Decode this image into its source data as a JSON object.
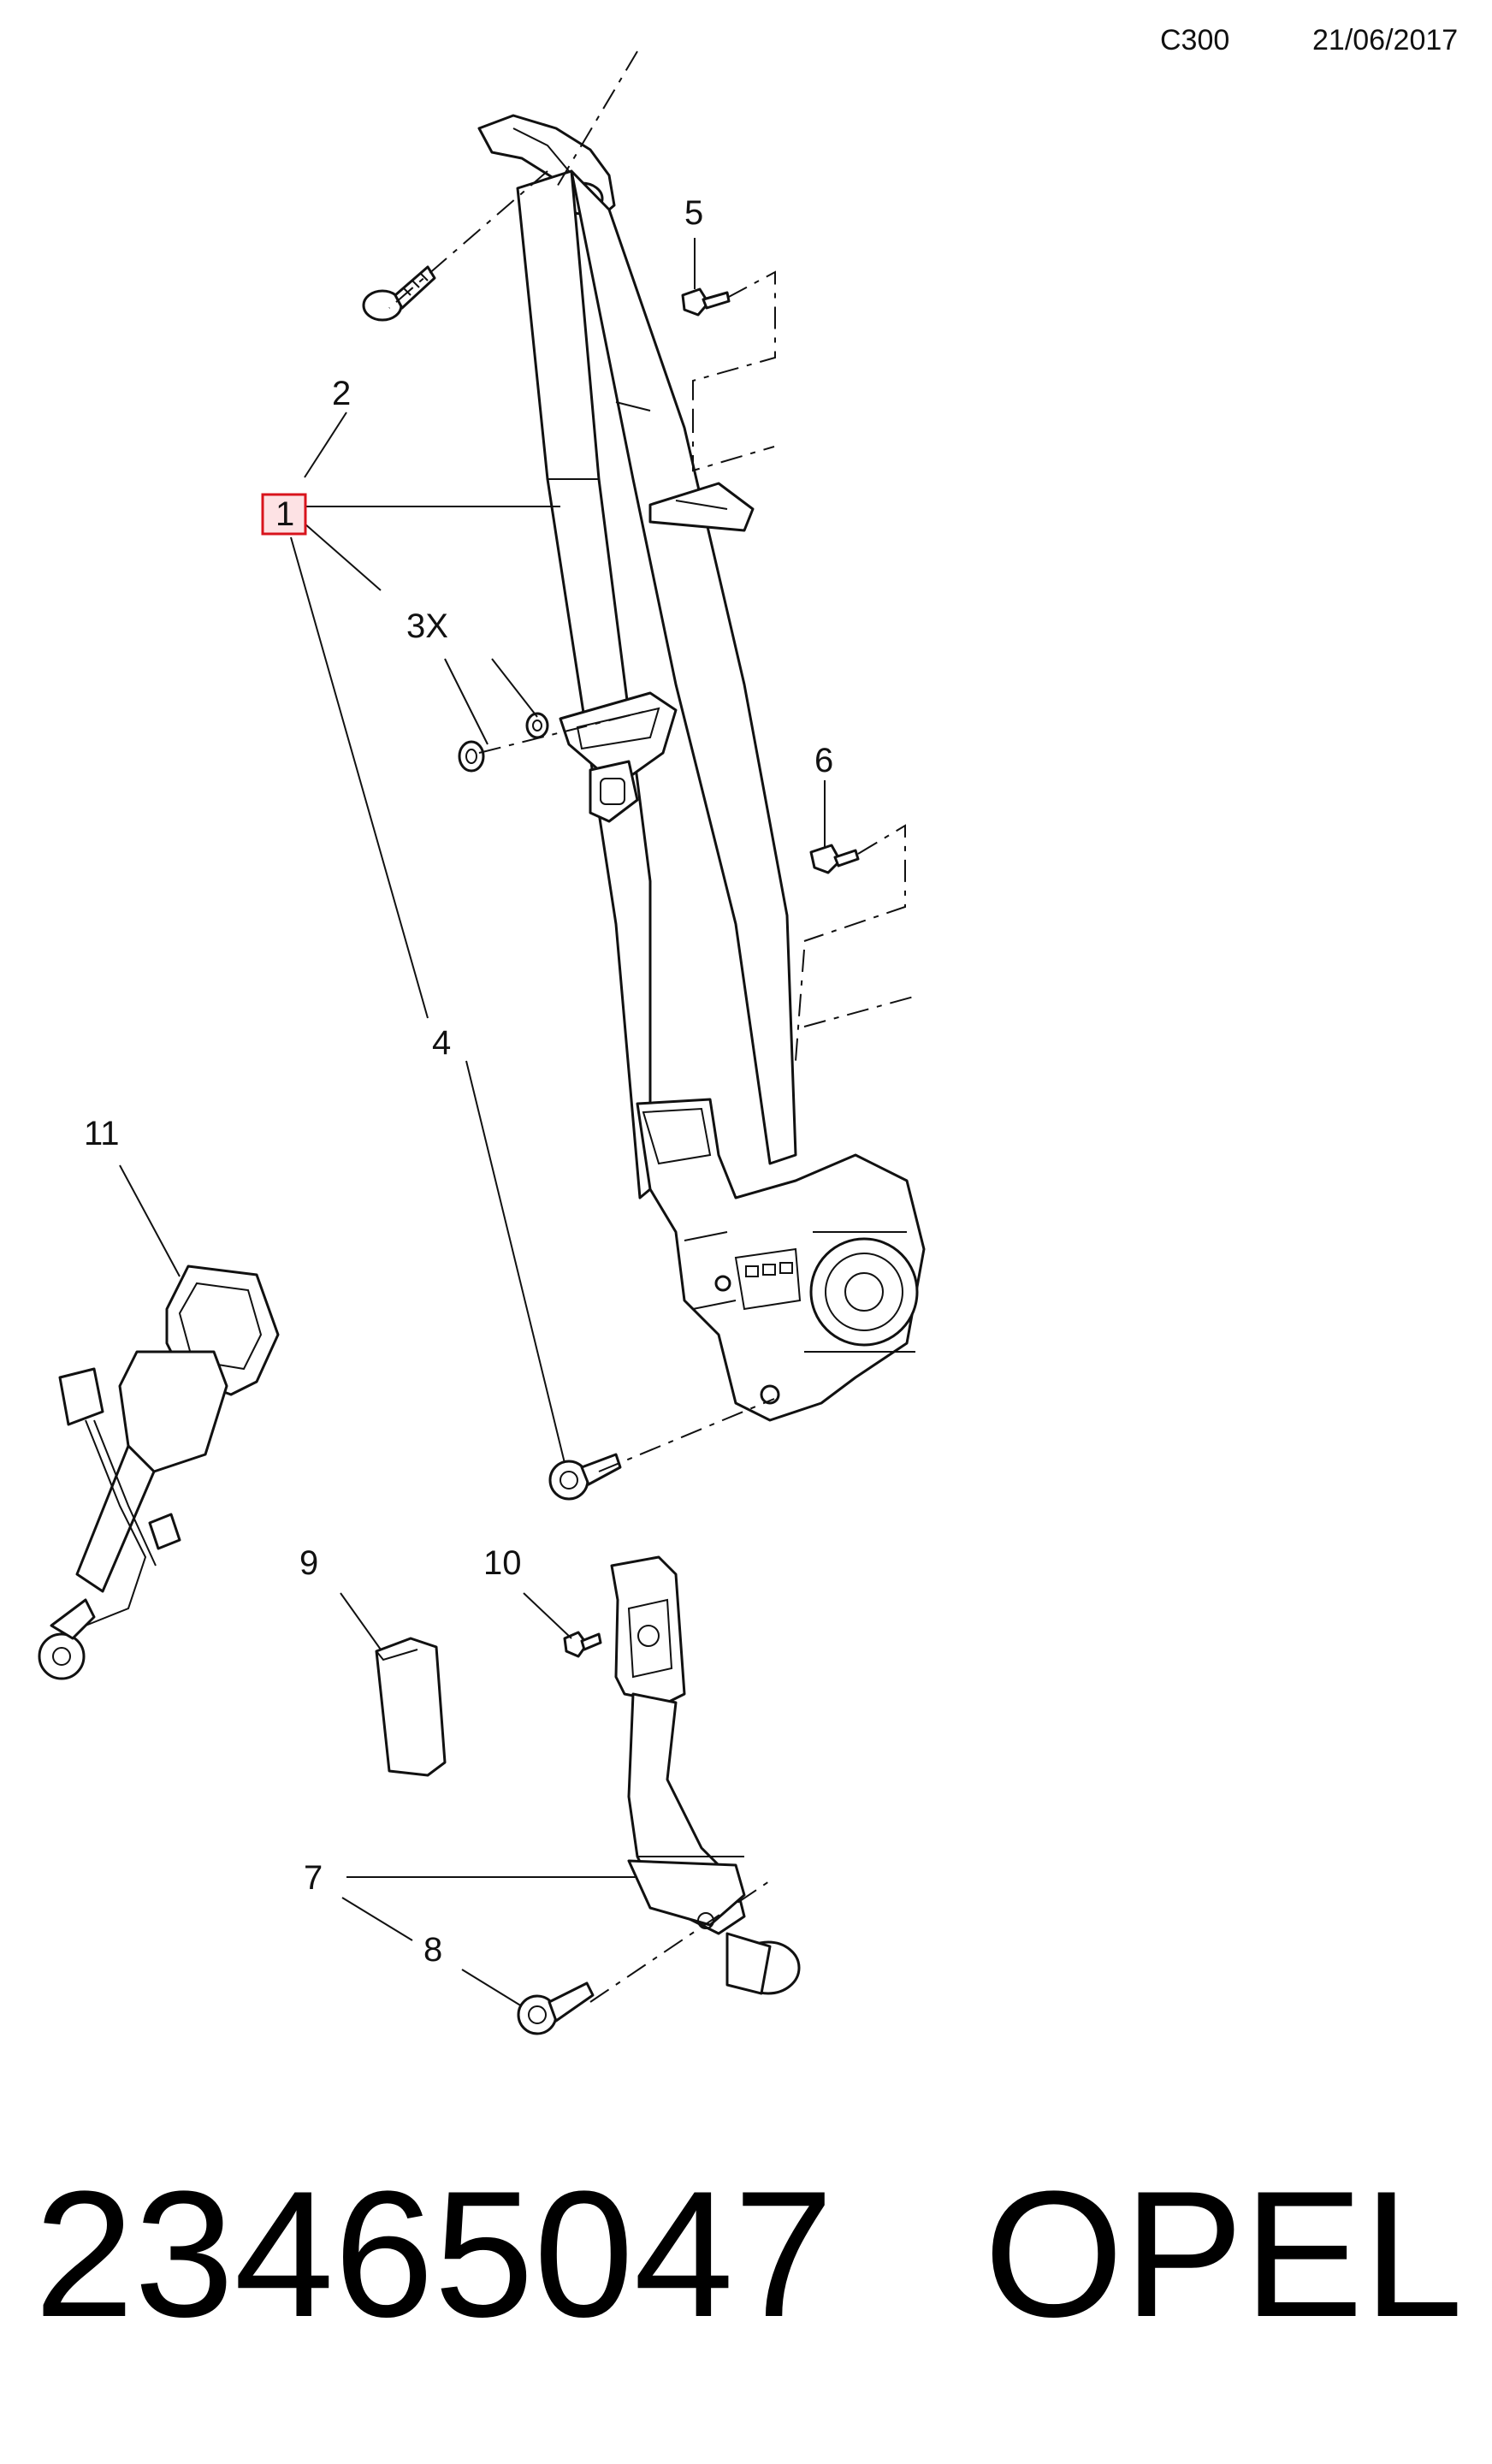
{
  "header": {
    "code": "C300",
    "date": "21/06/2017"
  },
  "callouts": {
    "c1": "1",
    "c2": "2",
    "c3x": "3X",
    "c4": "4",
    "c5": "5",
    "c6": "6",
    "c7": "7",
    "c8": "8",
    "c9": "9",
    "c10": "10",
    "c11": "11"
  },
  "highlight_color": "#d8141c",
  "footer": {
    "part_number": "23465047",
    "brand": "OPEL"
  }
}
